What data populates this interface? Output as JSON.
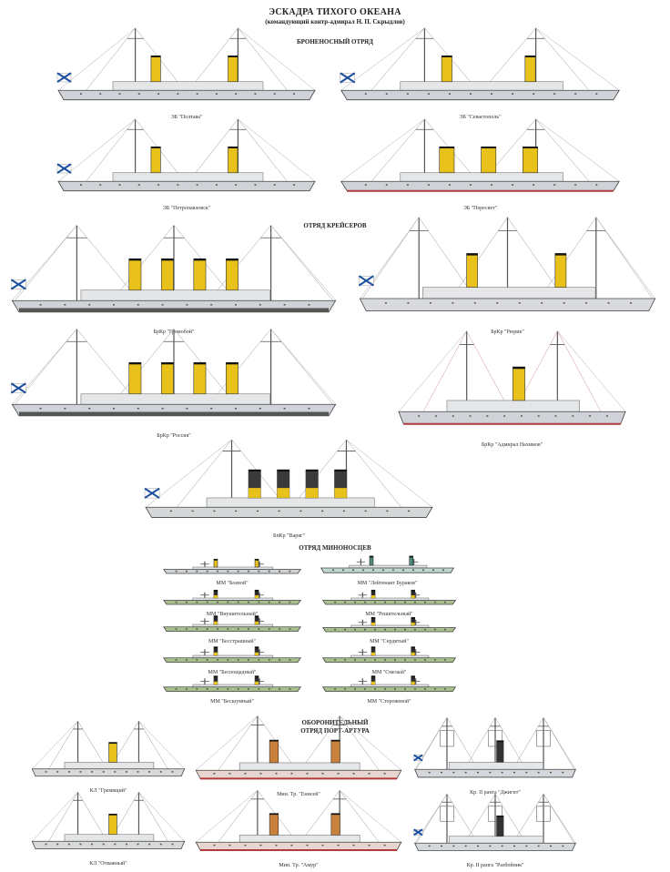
{
  "header": {
    "title": "ЭСКАДРА ТИХОГО ОКЕАНА",
    "subtitle": "(командующий контр-адмирал Н. П. Скрыдлов)"
  },
  "sections": {
    "battleships": "БРОНЕНОСНЫЙ ОТРЯД",
    "cruisers": "ОТРЯД КРЕЙСЕРОВ",
    "destroyers": "ОТРЯД МИНОНОСЦЕВ",
    "defense_line1": "ОБОРОНИТЕЛЬНЫЙ",
    "defense_line2": "ОТРЯД ПОРТ-АРТУРА"
  },
  "ships": {
    "poltava": "ЭБ \"Полтава\"",
    "sevastopol": "ЭБ \"Севастополь\"",
    "petropavlovsk": "ЭБ \"Петропавловск\"",
    "peresvet": "ЭБ \"Пересвет\"",
    "gromoboy": "БрКр \"Громобой\"",
    "rurik": "БрКр \"Рюрик\"",
    "rossia": "БрКр \"Россия\"",
    "nakhimov": "БрКр \"Адмирал Нахимов\"",
    "varyag": "БпКр \"Варяг\"",
    "boevoy": "ММ \"Боевой\"",
    "burakov": "ММ \"Лейтенант Бураков\"",
    "vnushitelny": "ММ \"Внушительный\"",
    "reshitelny": "ММ \"Решительный\"",
    "besstrashny": "ММ \"Бесстрашный\"",
    "serdity": "ММ \"Сердитый\"",
    "besposhchadny": "ММ \"Беспощадный\"",
    "smely": "ММ \"Смелый\"",
    "bessshumny": "ММ \"Бесшумный\"",
    "storozhevoy": "ММ \"Сторожевой\"",
    "gremyashchy": "КЛ \"Гремящий\"",
    "yenisei": "Мин. Тр. \"Енисей\"",
    "dzhigit": "Кр. II ранга \"Джигит\"",
    "otvazhny": "КЛ \"Отважный\"",
    "amur": "Мин. Тр. \"Амур\"",
    "razboinik": "Кр. II ранга \"Разбойник\""
  },
  "colors": {
    "hull_gray": "#cfd2d6",
    "funnel_yellow": "#e8c21a",
    "destroyer_green": "#a9bf8f",
    "transport_hull": "#e7d6cf",
    "waterline_red": "#b23a3a"
  }
}
